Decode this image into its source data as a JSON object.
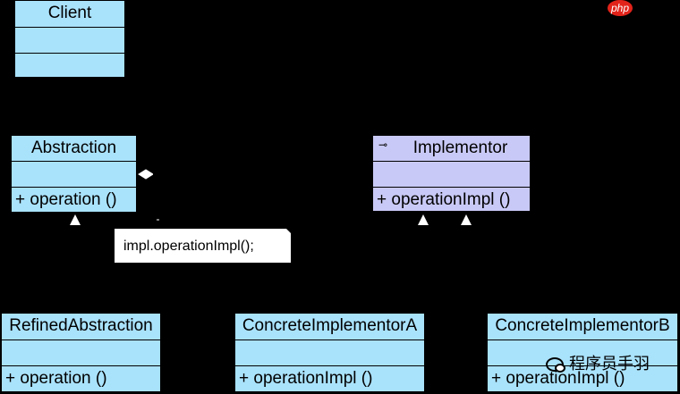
{
  "colors": {
    "background": "#000000",
    "abstraction_fill": "#a9e2fb",
    "implementor_fill": "#c9c9f7",
    "note_fill": "#ffffff",
    "watermark": "#e2231a"
  },
  "classes": {
    "client": {
      "name": "Client",
      "attributes": "",
      "operations": ""
    },
    "abstraction": {
      "name": "Abstraction",
      "attributes": "",
      "operations": "+  operation ()"
    },
    "implementor": {
      "name": "Implementor",
      "attributes": "",
      "operations": "+ operationImpl ()",
      "icon": "interface-icon"
    },
    "refined_abstraction": {
      "name": "RefinedAbstraction",
      "attributes": "",
      "operations": "+  operation ()"
    },
    "concrete_implementor_a": {
      "name": "ConcreteImplementorA",
      "attributes": "",
      "operations": "+  operationImpl ()"
    },
    "concrete_implementor_b": {
      "name": "ConcreteImplementorB",
      "attributes": "",
      "operations": "+  operationImpl ()"
    }
  },
  "note": {
    "text": "impl.operationImpl();"
  },
  "watermark": {
    "text": "php"
  },
  "footer": {
    "text": "程序员手羽",
    "icon": "wechat-icon"
  }
}
